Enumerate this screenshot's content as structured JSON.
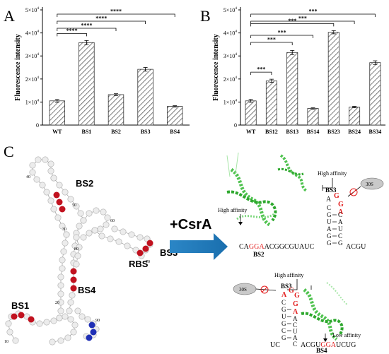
{
  "panel_labels": {
    "a": "A",
    "b": "B",
    "c": "C"
  },
  "chart_data": [
    {
      "type": "bar",
      "panel": "A",
      "ylabel": "Fluorescence intensity",
      "categories": [
        "WT",
        "BS1",
        "BS2",
        "BS3",
        "BS4"
      ],
      "values": [
        10500,
        35800,
        13200,
        24200,
        8100
      ],
      "errors": [
        600,
        900,
        400,
        800,
        300
      ],
      "ylim": [
        0,
        50000
      ],
      "yticks": [
        {
          "v": 0,
          "m": "0",
          "e": ""
        },
        {
          "v": 10000,
          "m": "1×10",
          "e": "4"
        },
        {
          "v": 20000,
          "m": "2×10",
          "e": "4"
        },
        {
          "v": 30000,
          "m": "3×10",
          "e": "4"
        },
        {
          "v": 40000,
          "m": "4×10",
          "e": "4"
        },
        {
          "v": 50000,
          "m": "5×10",
          "e": "4"
        }
      ],
      "significance": [
        {
          "from": 0,
          "to": 1,
          "label": "****"
        },
        {
          "from": 0,
          "to": 2,
          "label": "****"
        },
        {
          "from": 0,
          "to": 3,
          "label": "****"
        },
        {
          "from": 0,
          "to": 4,
          "label": "****"
        }
      ]
    },
    {
      "type": "bar",
      "panel": "B",
      "ylabel": "Fluorescence intensity",
      "categories": [
        "WT",
        "BS12",
        "BS13",
        "BS14",
        "BS23",
        "BS24",
        "BS34"
      ],
      "values": [
        10500,
        19200,
        31500,
        7200,
        40300,
        7800,
        27100
      ],
      "errors": [
        600,
        700,
        900,
        300,
        700,
        300,
        800
      ],
      "ylim": [
        0,
        50000
      ],
      "yticks": [
        {
          "v": 0,
          "m": "0",
          "e": ""
        },
        {
          "v": 10000,
          "m": "1×10",
          "e": "4"
        },
        {
          "v": 20000,
          "m": "2×10",
          "e": "4"
        },
        {
          "v": 30000,
          "m": "3×10",
          "e": "4"
        },
        {
          "v": 40000,
          "m": "4×10",
          "e": "4"
        },
        {
          "v": 50000,
          "m": "5×10",
          "e": "4"
        }
      ],
      "significance": [
        {
          "from": 0,
          "to": 1,
          "label": "***"
        },
        {
          "from": 0,
          "to": 2,
          "label": "***"
        },
        {
          "from": 0,
          "to": 3,
          "label": "***"
        },
        {
          "from": 0,
          "to": 4,
          "label": "***"
        },
        {
          "from": 0,
          "to": 5,
          "label": "***"
        },
        {
          "from": 0,
          "to": 6,
          "label": "***"
        }
      ]
    }
  ],
  "panel_c": {
    "structure_labels": {
      "bs1": "BS1",
      "bs2": "BS2",
      "bs3": "BS3",
      "bs4": "BS4",
      "rbs": "RBS"
    },
    "position_numbers": [
      "10",
      "20",
      "30",
      "40",
      "50",
      "60",
      "70",
      "80",
      "90"
    ],
    "arrow_label": "+CsrA",
    "upper": {
      "high_affinity_left": "High affinity",
      "high_affinity_top": "High affinity",
      "bs3": "BS3",
      "bs2": "BS2",
      "ribosome": "30S",
      "seq_black_1": "CA",
      "seq_red_1": "GGA",
      "seq_black_2": "ACGGCGUAUC",
      "seq_tail": "ACGU",
      "loop_top": "A",
      "loop_red": [
        "G",
        "G",
        "A"
      ],
      "stem_left": [
        "C",
        "G",
        "U",
        "A",
        "G",
        "G"
      ],
      "stem_right": [
        "C",
        "A",
        "U",
        "C",
        "G"
      ]
    },
    "lower": {
      "high_affinity": "High affinity",
      "low_affinity": "Low affinity",
      "bs3": "BS3",
      "bs4": "BS4",
      "ribosome": "30S",
      "loop_red": [
        "A",
        "G",
        "G"
      ],
      "stem_red": [
        "G",
        "A"
      ],
      "stem_left": [
        "C",
        "G",
        "U",
        "G",
        "C",
        "G"
      ],
      "stem_right": [
        "A",
        "C",
        "U",
        "A",
        "C"
      ],
      "seq_start": "UC",
      "seq_black": "ACGU",
      "seq_red": "GGA",
      "seq_end": "UCUG"
    }
  }
}
